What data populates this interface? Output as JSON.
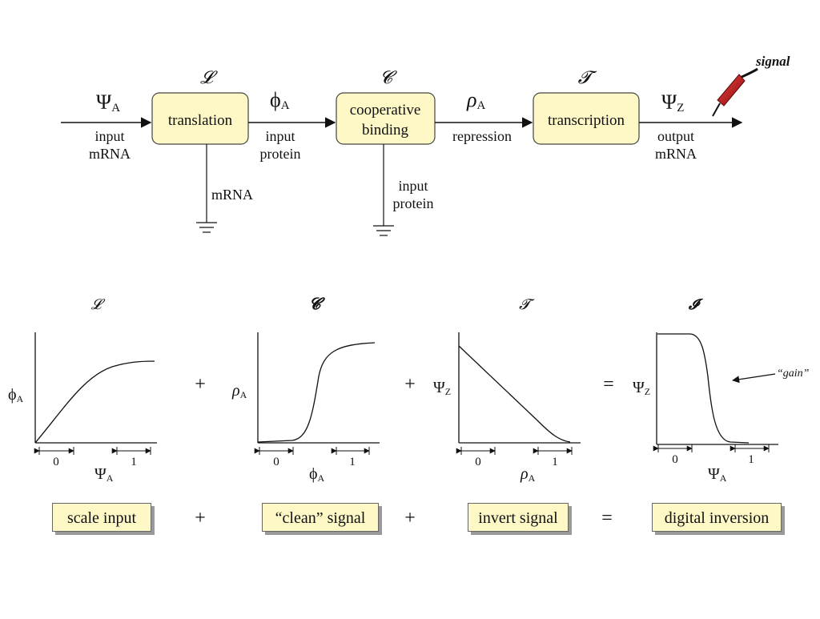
{
  "pipeline": {
    "input_symbol": "Ψ",
    "input_sub": "A",
    "input_label_1": "input",
    "input_label_2": "mRNA",
    "block1": {
      "op": "𝓛",
      "text_1": "translation",
      "text_2": ""
    },
    "mid1_symbol": "ϕ",
    "mid1_sub": "A",
    "mid1_label_1": "input",
    "mid1_label_2": "protein",
    "ground1_label": "mRNA",
    "block2": {
      "op": "𝓒",
      "text_1": "cooperative",
      "text_2": "binding"
    },
    "mid2_symbol": "ρ",
    "mid2_sub": "A",
    "mid2_label_1": "repression",
    "ground2_label_1": "input",
    "ground2_label_2": "protein",
    "block3": {
      "op": "𝓣",
      "text_1": "transcription",
      "text_2": ""
    },
    "output_symbol": "Ψ",
    "output_sub": "Z",
    "output_label_1": "output",
    "output_label_2": "mRNA",
    "probe_label": "signal"
  },
  "operators": {
    "plus": "+",
    "equals": "="
  },
  "graphs": [
    {
      "title": "𝓛",
      "ylabel": "ϕ",
      "ylabel_sub": "A",
      "xlabel": "Ψ",
      "xlabel_sub": "A",
      "tick0": "0",
      "tick1": "1",
      "curve": "saturating"
    },
    {
      "title": "𝓒",
      "ylabel": "ρ",
      "ylabel_sub": "A",
      "xlabel": "ϕ",
      "xlabel_sub": "A",
      "tick0": "0",
      "tick1": "1",
      "curve": "sigmoid"
    },
    {
      "title": "𝓣",
      "ylabel": "Ψ",
      "ylabel_sub": "Z",
      "xlabel": "ρ",
      "xlabel_sub": "A",
      "tick0": "0",
      "tick1": "1",
      "curve": "linear-decrease"
    },
    {
      "title": "𝓘",
      "ylabel": "Ψ",
      "ylabel_sub": "Z",
      "xlabel": "Ψ",
      "xlabel_sub": "A",
      "tick0": "0",
      "tick1": "1",
      "curve": "inverted-sigmoid",
      "annotation": "“gain”"
    }
  ],
  "captions": [
    "scale input",
    "“clean” signal",
    "invert signal",
    "digital inversion"
  ],
  "colors": {
    "box_fill": "#fdf8c5",
    "probe": "#c01818"
  }
}
